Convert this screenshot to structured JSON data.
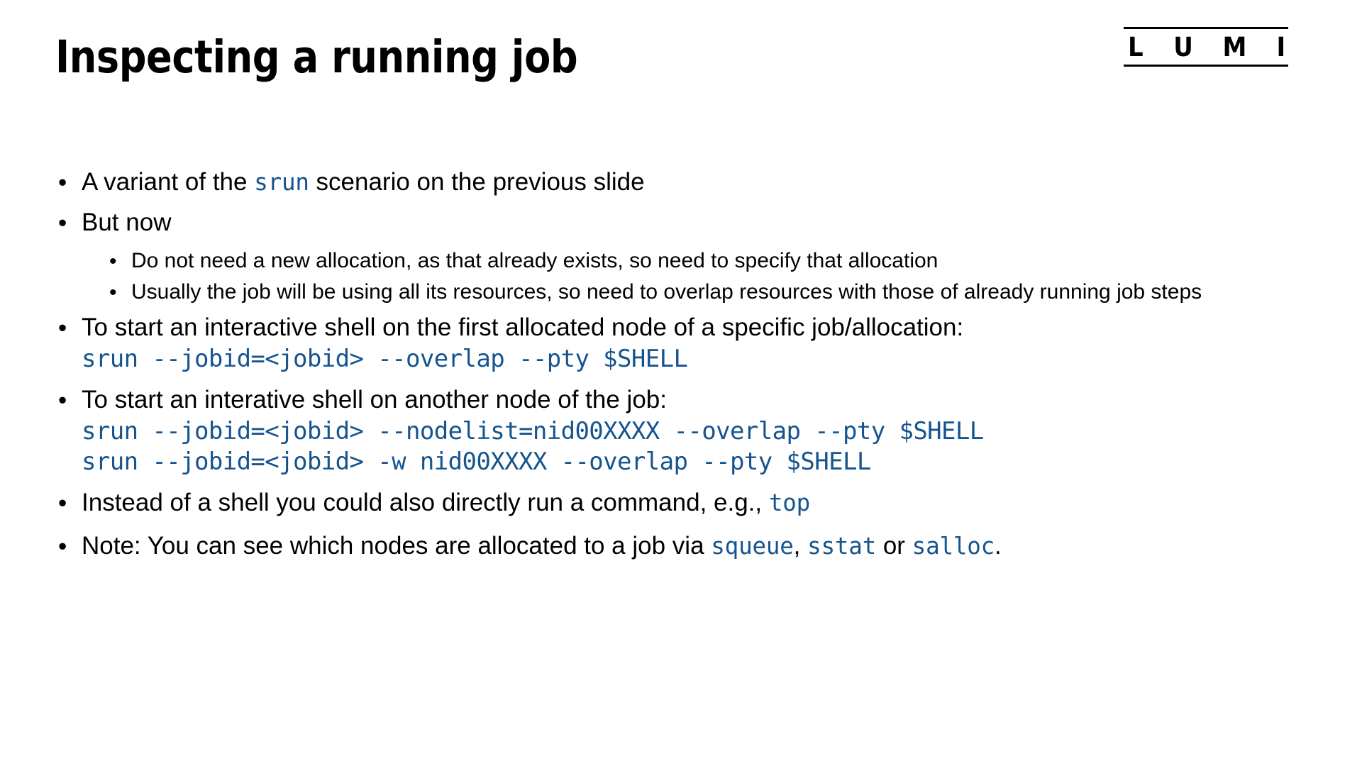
{
  "slide": {
    "title": "Inspecting a running job",
    "bullet_glyph": "•",
    "colors": {
      "text": "#000000",
      "code_blue": "#15548f",
      "background": "#ffffff"
    }
  },
  "logo": {
    "name": "LUMI",
    "letters": [
      "L",
      "U",
      "M",
      "I"
    ]
  },
  "body": {
    "b1": {
      "pre": "A variant of the ",
      "code": "srun",
      "post": " scenario on the previous slide"
    },
    "b2": {
      "text": "But now",
      "subs": [
        "Do not need a new allocation, as that already exists, so need to specify that allocation",
        "Usually the job will be using all its resources, so need to overlap resources with those of already running job steps"
      ]
    },
    "b3": {
      "text": "To start an interactive shell on the first allocated node of a specific job/allocation:",
      "code_lines": [
        "srun --jobid=<jobid> --overlap --pty $SHELL"
      ]
    },
    "b4": {
      "text": "To start an interative shell on another node of the job:",
      "code_lines": [
        "srun --jobid=<jobid> --nodelist=nid00XXXX --overlap --pty $SHELL",
        "srun --jobid=<jobid> -w nid00XXXX --overlap --pty $SHELL"
      ]
    },
    "b5": {
      "pre": "Instead of a shell you could also directly run a command, e.g., ",
      "code": "top",
      "post": ""
    },
    "b6": {
      "pre": "Note: You can see which nodes are allocated to a job via ",
      "code1": "squeue",
      "mid1": ", ",
      "code2": "sstat",
      "mid2": " or ",
      "code3": "salloc",
      "post": "."
    }
  }
}
